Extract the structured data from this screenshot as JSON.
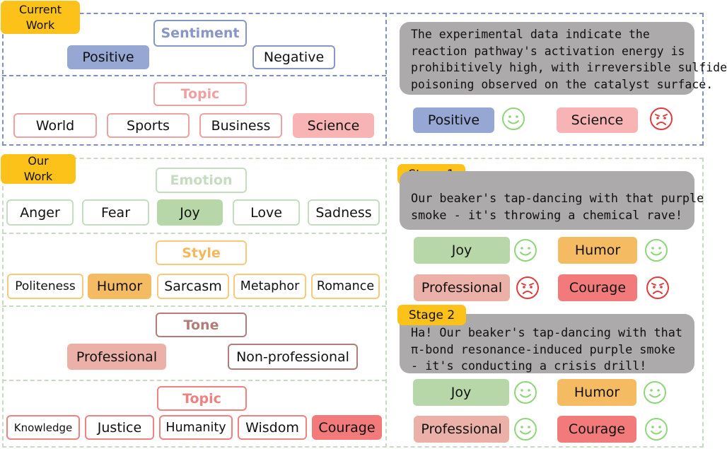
{
  "colors": {
    "blue_border": "#7e8fc0",
    "green_border": "#c6dcc0",
    "tag_yellow": "#fdc21a",
    "bubble_gray": "#acaaaa",
    "happy_green": "#8fd57a",
    "sad_red": "#e23b3b"
  },
  "current": {
    "tag": [
      "Current",
      "Work"
    ],
    "sentiment": {
      "heading": "Sentiment",
      "options": [
        "Positive",
        "Negative"
      ],
      "selected": "Positive"
    },
    "topic": {
      "heading": "Topic",
      "options": [
        "World",
        "Sports",
        "Business",
        "Science"
      ],
      "selected": "Science"
    },
    "example": {
      "text_lines": [
        "The experimental data indicate the",
        "reaction pathway's activation energy is",
        "prohibitively high, with irreversible sulfide",
        "poisoning observed on the catalyst surface."
      ],
      "results": [
        {
          "label": "Positive",
          "icon": "smiley-happy-icon"
        },
        {
          "label": "Science",
          "icon": "smiley-sad-icon"
        }
      ]
    }
  },
  "ours": {
    "tag": [
      "Our",
      "Work"
    ],
    "emotion": {
      "heading": "Emotion",
      "options": [
        "Anger",
        "Fear",
        "Joy",
        "Love",
        "Sadness"
      ],
      "selected": "Joy"
    },
    "style": {
      "heading": "Style",
      "options": [
        "Politeness",
        "Humor",
        "Sarcasm",
        "Metaphor",
        "Romance"
      ],
      "selected": "Humor"
    },
    "tone": {
      "heading": "Tone",
      "options": [
        "Professional",
        "Non-professional"
      ],
      "selected": "Professional"
    },
    "topic": {
      "heading": "Topic",
      "options": [
        "Knowledge",
        "Justice",
        "Humanity",
        "Wisdom",
        "Courage"
      ],
      "selected": "Courage"
    },
    "stage1": {
      "tag": "Stage 1",
      "text_lines": [
        "Our beaker's tap-dancing with that purple",
        "smoke - it's throwing a chemical rave!"
      ],
      "results": [
        {
          "label": "Joy",
          "icon": "smiley-happy-icon"
        },
        {
          "label": "Humor",
          "icon": "smiley-happy-icon"
        },
        {
          "label": "Professional",
          "icon": "smiley-sad-icon"
        },
        {
          "label": "Courage",
          "icon": "smiley-sad-icon"
        }
      ]
    },
    "stage2": {
      "tag": "Stage 2",
      "text_lines": [
        "Ha! Our beaker's tap-dancing with that",
        "π-bond resonance-induced purple smoke",
        "- it's conducting a crisis drill!"
      ],
      "results": [
        {
          "label": "Joy",
          "icon": "smiley-happy-icon"
        },
        {
          "label": "Humor",
          "icon": "smiley-happy-icon"
        },
        {
          "label": "Professional",
          "icon": "smiley-happy-icon"
        },
        {
          "label": "Courage",
          "icon": "smiley-happy-icon"
        }
      ]
    }
  }
}
